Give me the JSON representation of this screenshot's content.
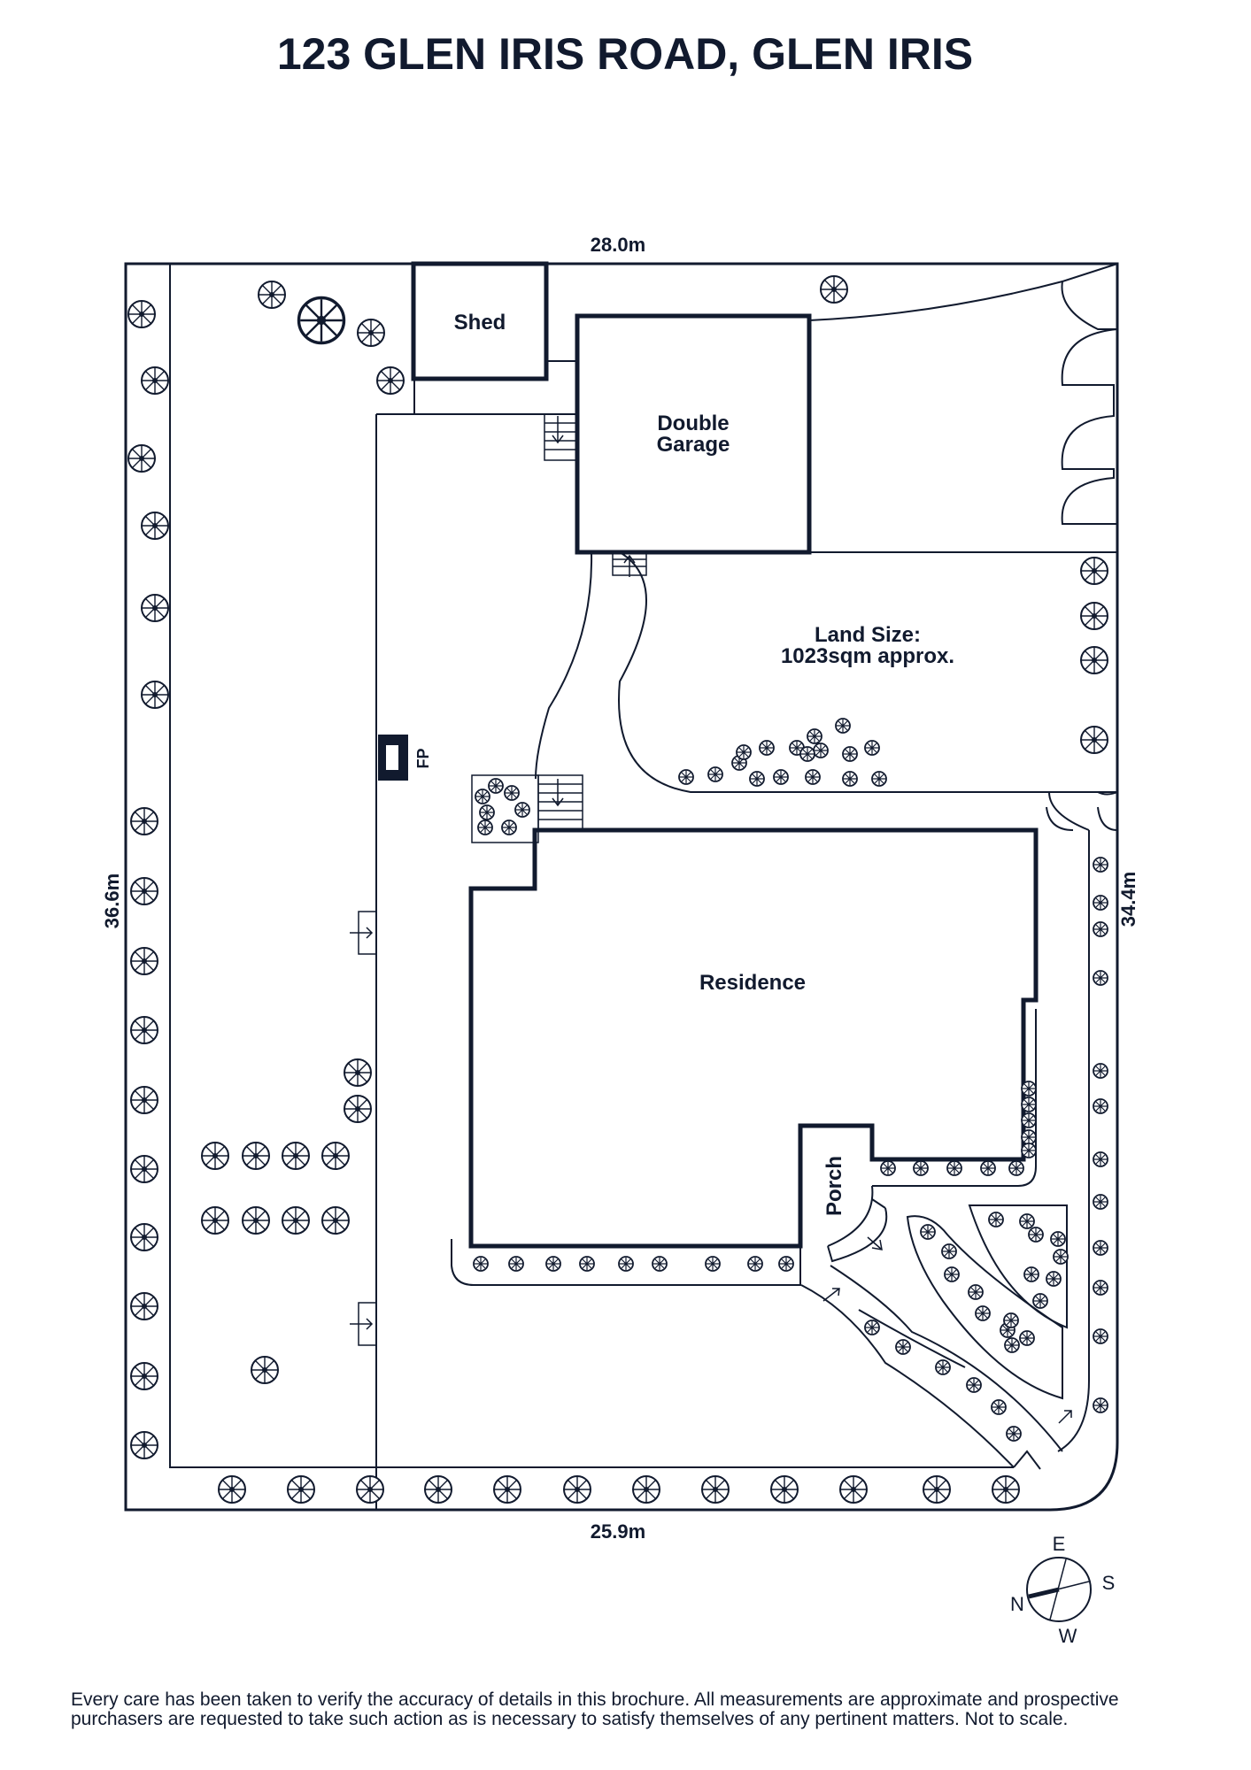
{
  "title": "123 GLEN IRIS ROAD, GLEN IRIS",
  "dimensions": {
    "top": "28.0m",
    "bottom": "25.9m",
    "left": "36.6m",
    "right": "34.4m"
  },
  "rooms": {
    "shed": "Shed",
    "garage_line1": "Double",
    "garage_line2": "Garage",
    "residence": "Residence",
    "porch": "Porch",
    "fireplace": "FP"
  },
  "land": {
    "line1": "Land Size:",
    "line2": "1023sqm approx."
  },
  "compass": {
    "n": "N",
    "e": "E",
    "s": "S",
    "w": "W"
  },
  "disclaimer": {
    "line1": "Every care has been taken to verify the accuracy of details in this brochure. All measurements are approximate and prospective",
    "line2": "purchasers are requested to take such action as is necessary to satisfy themselves of any pertinent matters. Not to scale."
  },
  "colors": {
    "ink": "#111a2e",
    "background": "#ffffff"
  }
}
